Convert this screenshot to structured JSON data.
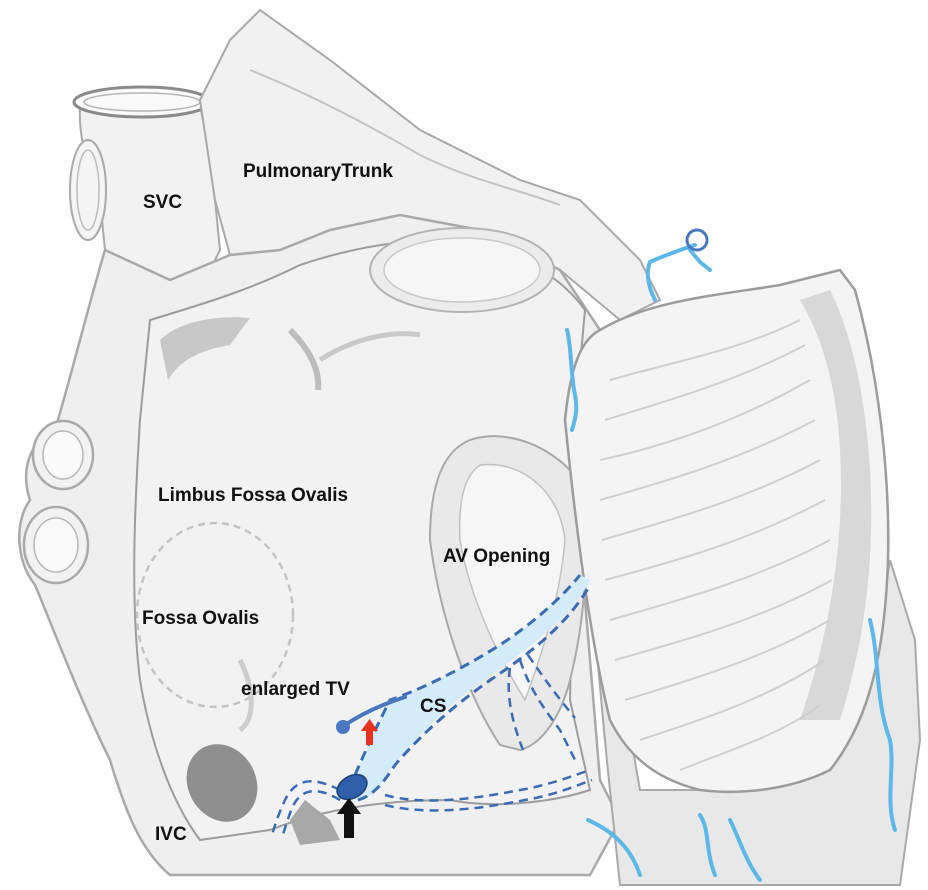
{
  "labels": {
    "svc": "SVC",
    "pulmonary_trunk": "PulmonaryTrunk",
    "limbus": "Limbus Fossa Ovalis",
    "fossa_ovalis": "Fossa Ovalis",
    "av_opening": "AV Opening",
    "enlarged_tv": "enlarged TV",
    "cs": "CS",
    "ivc": "IVC"
  },
  "colors": {
    "outline": "#a9a9a9",
    "tissue": "#f0f0f0",
    "shadow": "#cfcfcf",
    "vessel_blue": "#5cb8e8",
    "cs_fill": "#d4ecfa",
    "dash_blue": "#3a6bb5",
    "tv_blue": "#4a78c0",
    "red_arrow": "#e8321e",
    "black_arrow": "#111111"
  }
}
